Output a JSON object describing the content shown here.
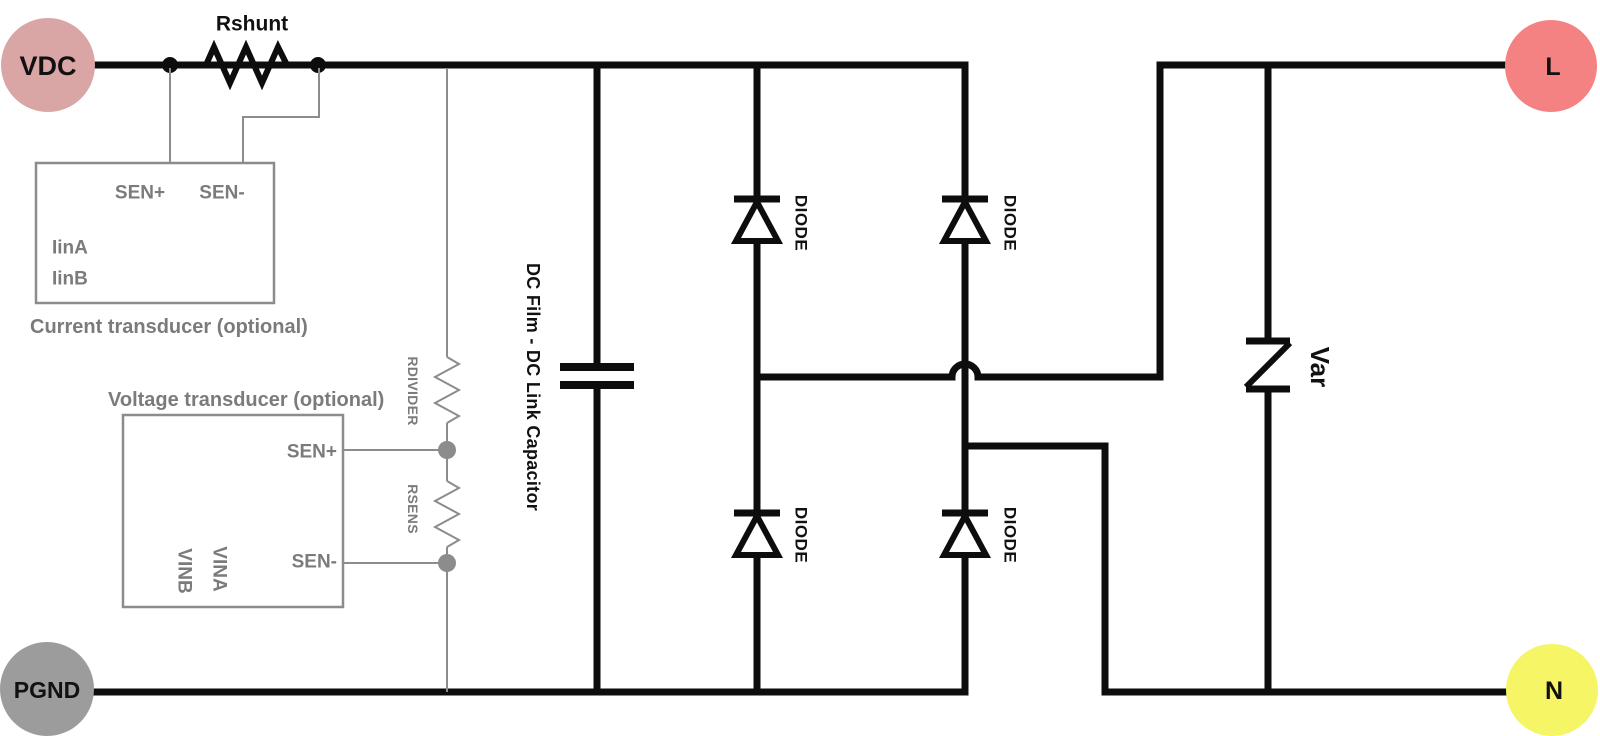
{
  "diagram": {
    "terminals": {
      "vdc": {
        "label": "VDC",
        "color": "#d9a5a5"
      },
      "l": {
        "label": "L",
        "color": "#f58282"
      },
      "pgnd": {
        "label": "PGND",
        "color": "#9c9c9c"
      },
      "n": {
        "label": "N",
        "color": "#f5f566"
      }
    },
    "labels": {
      "rshunt": "Rshunt",
      "capacitor": "DC Film - DC Link Capacitor",
      "diode": "DIODE",
      "varistor": "Var",
      "rdivider": "RDIVIDER",
      "rsens": "RSENS"
    },
    "current_transducer": {
      "caption": "Current transducer (optional)",
      "pins": {
        "sen_plus": "SEN+",
        "sen_minus": "SEN-",
        "iin_a": "IinA",
        "iin_b": "IinB"
      }
    },
    "voltage_transducer": {
      "caption": "Voltage transducer (optional)",
      "pins": {
        "sen_plus": "SEN+",
        "sen_minus": "SEN-",
        "vin_a": "VINA",
        "vin_b": "VINB"
      }
    },
    "colors": {
      "wire": "#0d0d0d",
      "sense_gray": "#8c8c8c",
      "gray_text": "#7b7b7b",
      "black_text": "#111111"
    }
  }
}
